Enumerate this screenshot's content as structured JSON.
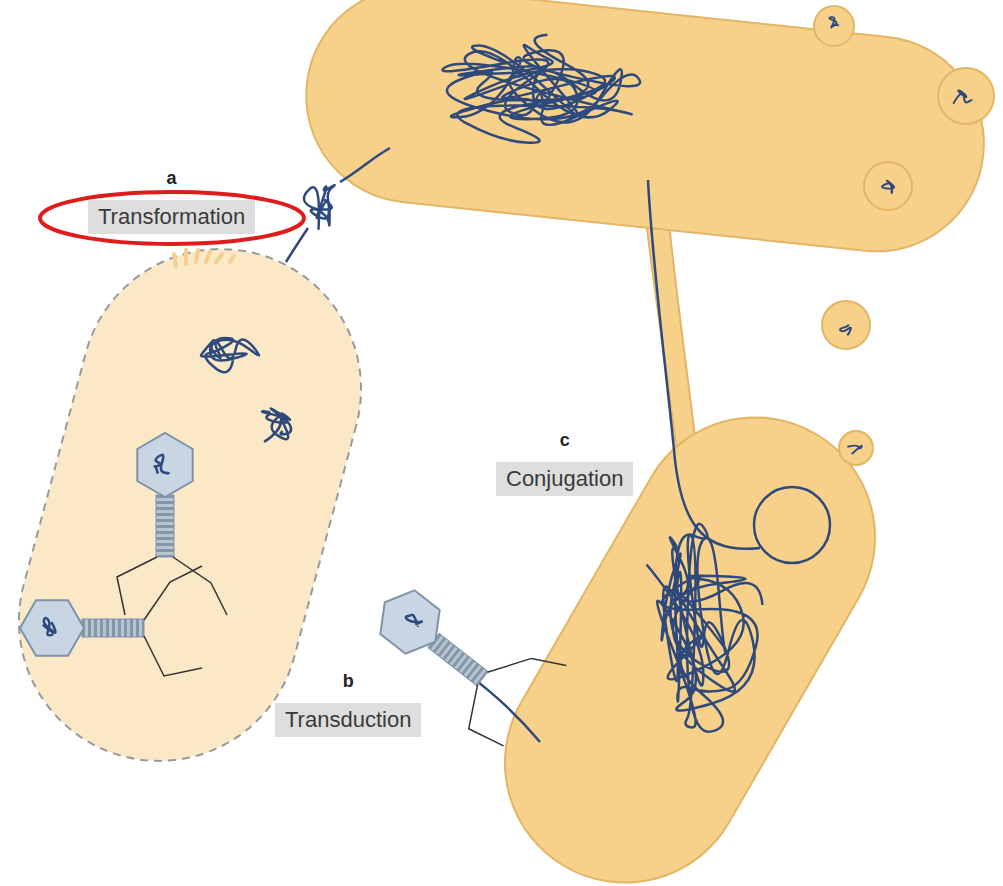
{
  "diagram": {
    "nodes": [
      {
        "text": [
          "a",
          "Transformation"
        ]
      },
      {
        "text": [
          "c",
          "Conjugation"
        ]
      },
      {
        "text": [
          "b",
          "Transduction"
        ]
      }
    ]
  }
}
